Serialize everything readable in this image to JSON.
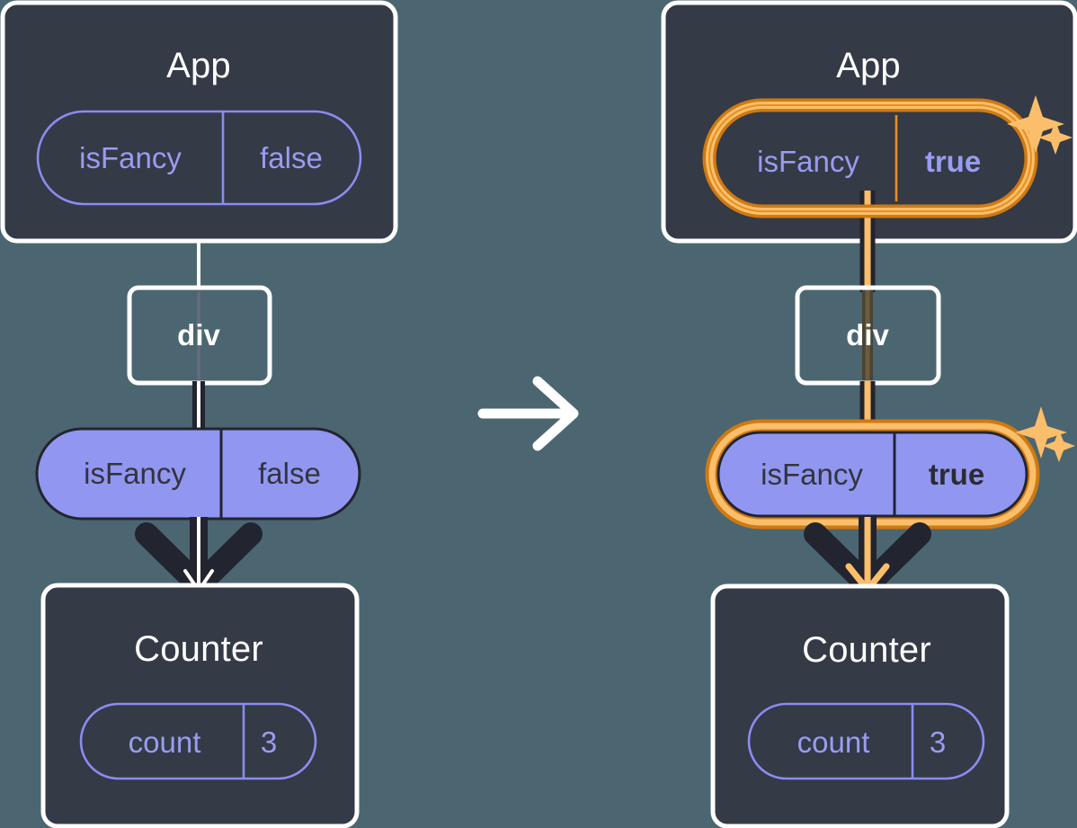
{
  "diagram": {
    "kind": "react-state-propagation",
    "background_color": "#4b6671",
    "panels": [
      {
        "id": "before",
        "transition_arrow_label": "",
        "app_box": {
          "title": "App",
          "box_color": "#343a46",
          "border_color": "#ffffff",
          "state_pill": {
            "style": "hollow",
            "key": "isFancy",
            "value": "false",
            "highlighted": false,
            "text_color": "#9a9cf0",
            "border_color": "#8a8cf0"
          }
        },
        "div_box": {
          "label": "div",
          "box_color": "#343a46",
          "border_color": "#ffffff"
        },
        "prop_pill": {
          "style": "solid",
          "key": "isFancy",
          "value": "false",
          "highlighted": false,
          "fill_color": "#9197f0",
          "text_color": "#33343d"
        },
        "counter_box": {
          "title": "Counter",
          "box_color": "#343a46",
          "border_color": "#ffffff",
          "state_pill": {
            "style": "hollow",
            "key": "count",
            "value": "3",
            "highlighted": false,
            "text_color": "#9a9cf0",
            "border_color": "#8a8cf0"
          }
        },
        "connector_color": "#ffffff",
        "arrow_color": "#ffffff",
        "sparkles": false
      },
      {
        "id": "after",
        "app_box": {
          "title": "App",
          "box_color": "#343a46",
          "border_color": "#ffffff",
          "state_pill": {
            "style": "hollow",
            "key": "isFancy",
            "value": "true",
            "highlighted": true,
            "value_bold": true,
            "text_color": "#9a9cf0",
            "border_color": "#e59020",
            "highlight_inner_color": "#f9b košt"
          }
        },
        "div_box": {
          "label": "div",
          "box_color": "#343a46",
          "border_color": "#ffffff"
        },
        "prop_pill": {
          "style": "solid",
          "key": "isFancy",
          "value": "true",
          "highlighted": true,
          "value_bold": true,
          "fill_color": "#9197f0",
          "text_color": "#33343d",
          "border_color": "#e59020"
        },
        "counter_box": {
          "title": "Counter",
          "box_color": "#343a46",
          "border_color": "#ffffff",
          "state_pill": {
            "style": "hollow",
            "key": "count",
            "value": "3",
            "highlighted": false,
            "text_color": "#9a9cf0",
            "border_color": "#8a8cf0"
          }
        },
        "connector_color": "#fbbe6a",
        "connector_outline_color": "#22242f",
        "arrow_color": "#fbbe6a",
        "sparkles": true,
        "sparkle_color": "#fbbe6a"
      }
    ],
    "transition": {
      "icon": "arrow-right-icon",
      "color": "#ffffff"
    },
    "palette": {
      "background": "#4b6671",
      "panel": "#343a46",
      "panel_border": "#ffffff",
      "accent_purple": "#9197f0",
      "accent_purple_text": "#9a9cf0",
      "highlight_orange": "#e59020",
      "highlight_amber": "#fbbe6a",
      "dark_stroke": "#22242f"
    }
  }
}
